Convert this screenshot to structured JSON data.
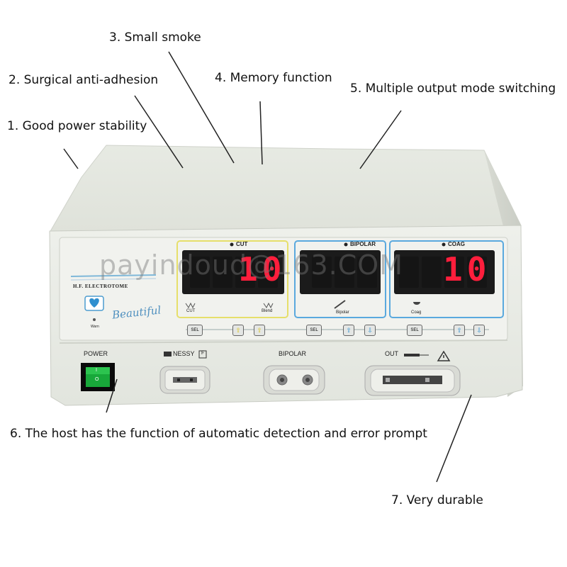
{
  "callouts": {
    "c1": "1. Good power stability",
    "c2": "2. Surgical anti-adhesion",
    "c3": "3. Small smoke",
    "c4": "4. Memory function",
    "c5": "5. Multiple output mode switching",
    "c6": "6. The host has the function of automatic detection and error prompt",
    "c7": "7. Very durable"
  },
  "device": {
    "brand": "H.F. ELECTROTOME",
    "script_logo": "Beautiful",
    "warn_label": "Warn",
    "panels": {
      "cut": {
        "title": "CUT",
        "display_left": "",
        "display_right": "10",
        "label_left": "CUT",
        "label_right": "Blend",
        "accent": "#e6df6a"
      },
      "bipolar": {
        "title": "BIPOLAR",
        "display_left": "",
        "display_right": "",
        "label_center": "Bipolar",
        "accent": "#5aa9de"
      },
      "coag": {
        "title": "COAG",
        "display_left": "",
        "display_right": "10",
        "label_center": "Coag",
        "accent": "#5aa9de"
      }
    },
    "buttons": {
      "sel": "SEL"
    },
    "ports": {
      "power": "POWER",
      "nessy": "NESSY",
      "nessy_badge": "F",
      "bipolar": "BIPOLAR",
      "out": "OUT"
    },
    "switch_marks": {
      "on": "I",
      "off": "O"
    }
  },
  "watermark": "payindoud@163.COM",
  "colors": {
    "body": "#e9ebe6",
    "panel_face": "#eef0ec",
    "display_bg": "#1b1b1b",
    "digit_on": "#ff1e3c",
    "switch_green": "#18a83a"
  }
}
